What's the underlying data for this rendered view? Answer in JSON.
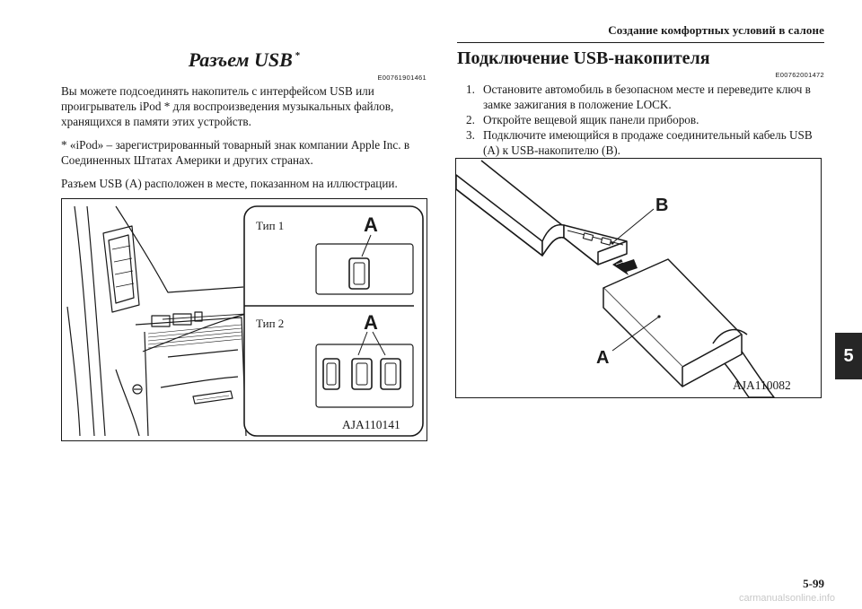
{
  "header": {
    "section_title": "Создание комфортных условий в салоне",
    "chapter": "5",
    "page_number": "5-99"
  },
  "left": {
    "title": "Разъем USB",
    "title_mark": "*",
    "code": "E00761901461",
    "p1": "Вы можете подсоединять накопитель с интерфейсом USB или проигрыватель iPod * для воспроизведения музыкальных файлов, хранящихся в памяти этих устройств.",
    "p2": "* «iPod» – зарегистрированный товарный знак компании Apple Inc. в Соединенных Штатах Америки и других странах.",
    "p3": "Разъем USB (A) расположен в месте, показанном на иллюстрации.",
    "figure": {
      "type1": "Тип 1",
      "type2": "Тип 2",
      "label_a1": "A",
      "label_a2": "A",
      "code": "AJA110141"
    }
  },
  "right": {
    "title": "Подключение USB-накопителя",
    "code": "E00762001472",
    "steps": [
      {
        "num": "1.",
        "text": "Остановите автомобиль в безопасном месте и переведите ключ в замке зажигания в положение LOCK."
      },
      {
        "num": "2.",
        "text": "Откройте вещевой ящик панели приборов."
      },
      {
        "num": "3.",
        "text": "Подключите имеющийся в продаже соединительный кабель USB (A) к USB-накопителю (B)."
      }
    ],
    "figure": {
      "label_b": "B",
      "label_a": "A",
      "code": "AJA110082"
    }
  },
  "watermark": "carmanualsonline.info"
}
